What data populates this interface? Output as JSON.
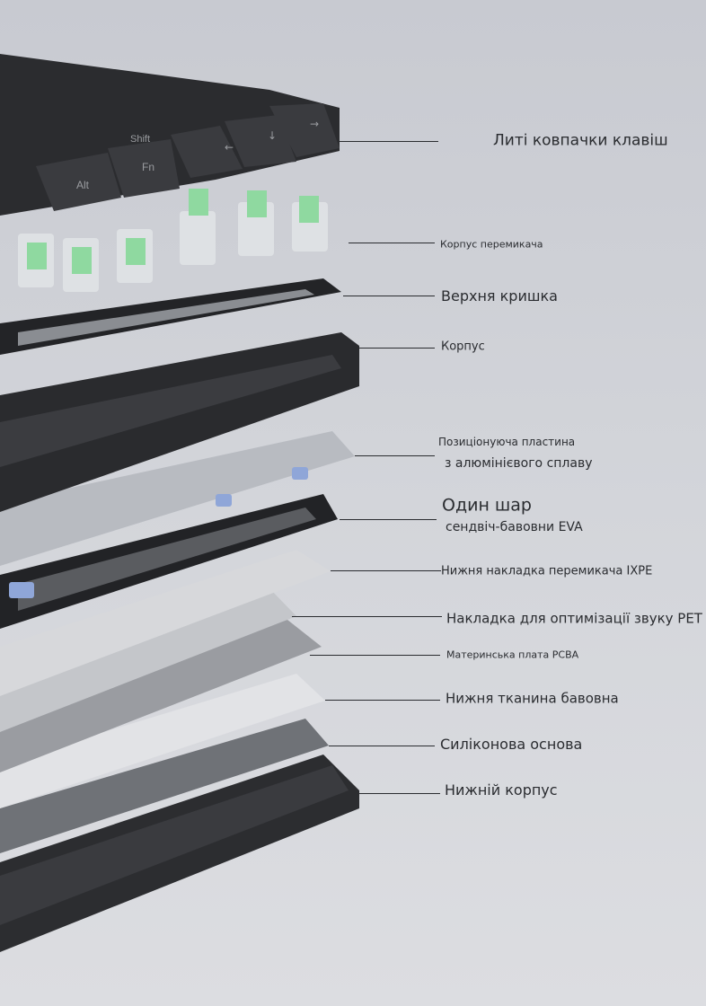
{
  "labels": {
    "keycaps": "Литі ковпачки клавіш",
    "switch_housing": "Корпус перемикача",
    "top_cover": "Верхня кришка",
    "case": "Корпус",
    "plate_line1": "Позиціонуюча пластина",
    "plate_line2": "з алюмінієвого сплаву",
    "eva_line1": "Один шар",
    "eva_line2": "сендвіч-бавовни EVA",
    "ixpe": "Нижня накладка перемикача IXPE",
    "pet": "Накладка для оптимізації звуку PET",
    "pcba": "Материнська плата PCBA",
    "cotton": "Нижня тканина бавовна",
    "silicone": "Силіконова основа",
    "bottom_case": "Нижній корпус"
  },
  "keycap_legends": [
    "Alt",
    "Fn",
    "Shift",
    "←",
    "↓",
    "→"
  ],
  "colors": {
    "background": "#d0d2d7",
    "keycap": "#2b2c2f",
    "switch_stem": "#8fd9a0",
    "frame": "#2a2b2e",
    "plate": "#b9bcc2",
    "foam_tab": "#8fa6d8",
    "text": "#2a2c30"
  }
}
